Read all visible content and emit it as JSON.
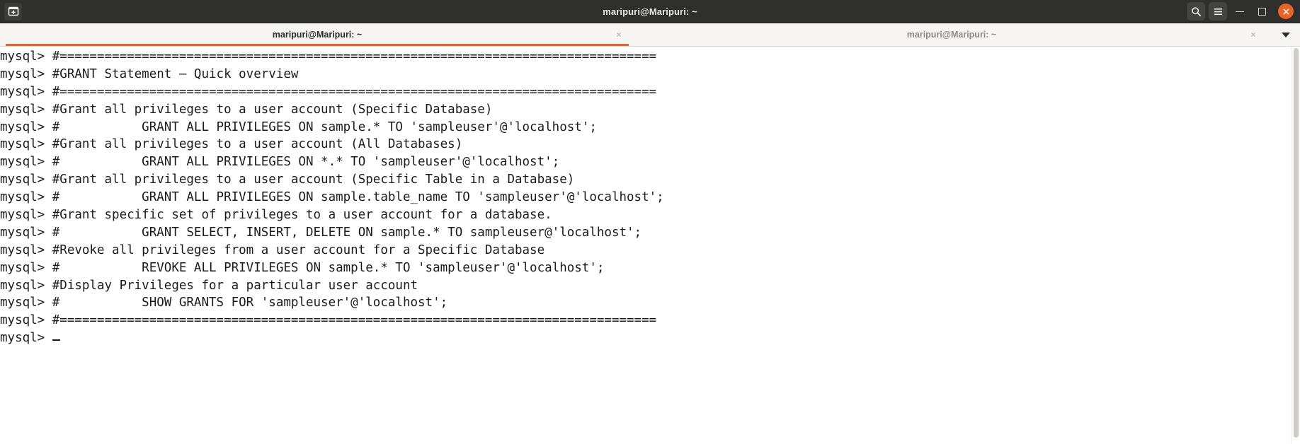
{
  "window": {
    "title": "maripuri@Maripuri: ~",
    "app_icon": "terminal-add-icon",
    "accent_color": "#e8622a",
    "titlebar_bg": "#2f2f2d"
  },
  "titlebar_buttons": {
    "search": "search-icon",
    "menu": "hamburger-menu-icon",
    "minimize": "minimize-icon",
    "maximize": "maximize-icon",
    "close": "close-icon",
    "close_glyph": "×"
  },
  "tabs": [
    {
      "label": "maripuri@Maripuri: ~",
      "active": true,
      "close_glyph": "×"
    },
    {
      "label": "maripuri@Maripuri: ~",
      "active": false,
      "close_glyph": "×"
    }
  ],
  "tabbar": {
    "dropdown_icon": "chevron-down-icon"
  },
  "terminal": {
    "prompt": "mysql> ",
    "cursor": "block-cursor",
    "lines": [
      "mysql> #================================================================================",
      "mysql> #GRANT Statement — Quick overview",
      "mysql> #================================================================================",
      "mysql> #Grant all privileges to a user account (Specific Database)",
      "mysql> #           GRANT ALL PRIVILEGES ON sample.* TO 'sampleuser'@'localhost';",
      "mysql> #Grant all privileges to a user account (All Databases)",
      "mysql> #           GRANT ALL PRIVILEGES ON *.* TO 'sampleuser'@'localhost';",
      "mysql> #Grant all privileges to a user account (Specific Table in a Database)",
      "mysql> #           GRANT ALL PRIVILEGES ON sample.table_name TO 'sampleuser'@'localhost';",
      "mysql> #Grant specific set of privileges to a user account for a database.",
      "mysql> #           GRANT SELECT, INSERT, DELETE ON sample.* TO sampleuser@'localhost';",
      "mysql> #Revoke all privileges from a user account for a Specific Database",
      "mysql> #           REVOKE ALL PRIVILEGES ON sample.* TO 'sampleuser'@'localhost';",
      "mysql> #Display Privileges for a particular user account",
      "mysql> #           SHOW GRANTS FOR 'sampleuser'@'localhost';",
      "mysql> #================================================================================"
    ],
    "last_line_prompt": "mysql> "
  }
}
